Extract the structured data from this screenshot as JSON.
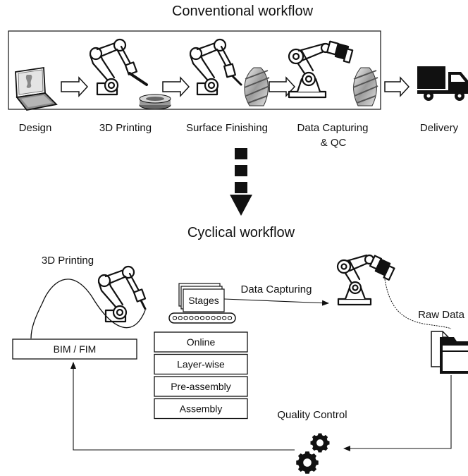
{
  "conventional": {
    "title": "Conventional workflow",
    "steps": [
      {
        "label": "Design",
        "icon": "laptop-icon"
      },
      {
        "label": "3D Printing",
        "icon": "robot-arm-printing-icon"
      },
      {
        "label": "Surface Finishing",
        "icon": "robot-arm-finishing-icon"
      },
      {
        "label": "Data Capturing",
        "label2": "& QC",
        "icon": "robot-arm-scanning-icon"
      },
      {
        "label": "Delivery",
        "icon": "truck-icon"
      }
    ]
  },
  "cyclical": {
    "title": "Cyclical workflow",
    "printing_label": "3D Printing",
    "stages_label": "Stages",
    "data_capturing_label": "Data Capturing",
    "raw_data_label": "Raw Data",
    "bim_label": "BIM / FIM",
    "quality_control_label": "Quality Control",
    "stage_options": [
      "Online",
      "Layer-wise",
      "Pre-assembly",
      "Assembly"
    ]
  },
  "colors": {
    "stroke": "#111111",
    "background": "#ffffff",
    "vase_light": "#dddddd",
    "vase_dark": "#666666"
  }
}
